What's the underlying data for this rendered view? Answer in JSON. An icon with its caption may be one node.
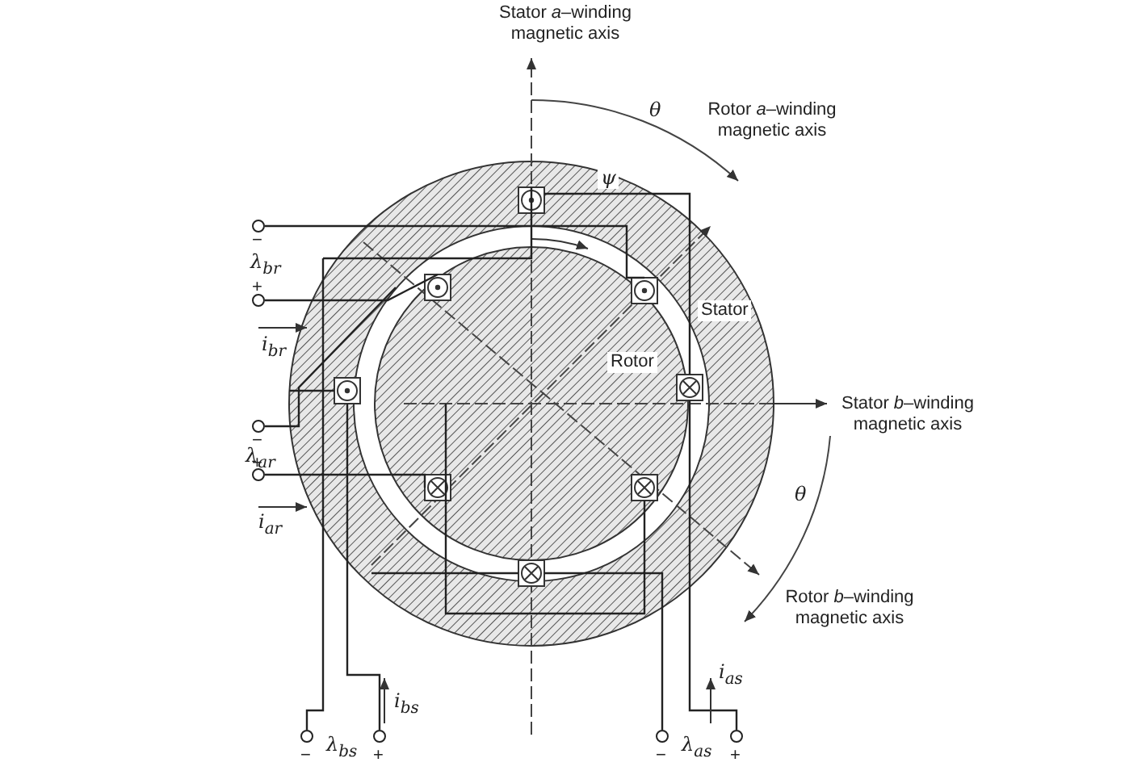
{
  "diagram": {
    "labels": [
      "Stator *a*–winding magnetic axis",
      "θ",
      "Rotor *a*–winding magnetic axis",
      "ψ",
      "Stator",
      "Rotor",
      "Stator *b*–winding magnetic axis",
      "θ",
      "Rotor *b*–winding magnetic axis",
      "−",
      "λ$_{br}$",
      "+",
      "i$_{br}$",
      "−",
      "λ$_{ar}$",
      "+",
      "i$_{ar}$",
      "i$_{bs}$",
      "−",
      "λ$_{bs}$",
      "+",
      "i$_{as}$",
      "−",
      "λ$_{as}$",
      "+"
    ]
  }
}
